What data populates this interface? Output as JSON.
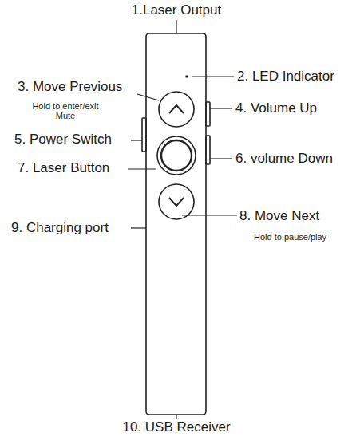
{
  "diagram": {
    "labels": [
      "1.Laser Output",
      "2. LED Indicator",
      "3. Move Previous",
      "Hold to enter/exit Mute",
      "4. Volume Up",
      "5. Power Switch",
      "6. volume Down",
      "7. Laser Button",
      "8. Move Next",
      "Hold to pause/play",
      "9. Charging port",
      "10. USB Receiver"
    ]
  }
}
